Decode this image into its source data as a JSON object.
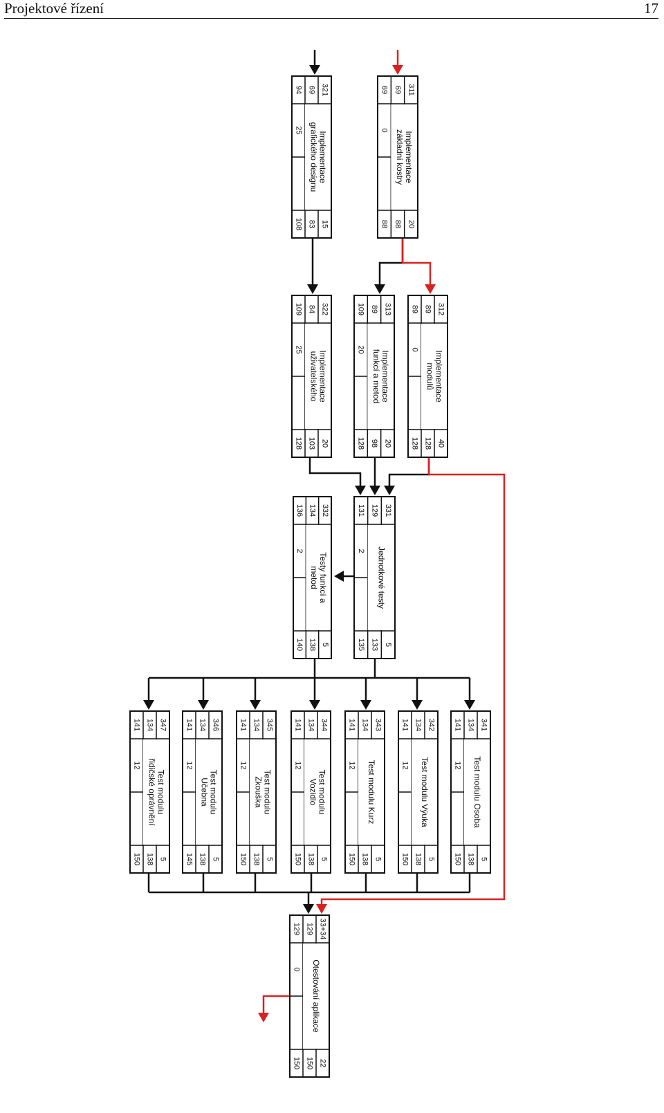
{
  "header": {
    "title": "Projektové řízení",
    "page": "17"
  },
  "colors": {
    "critical": "#d92121",
    "normal": "#111111"
  },
  "nodes": [
    {
      "id": "n311",
      "values": [
        "311",
        "20",
        "69",
        "88",
        "69",
        "0",
        "88"
      ],
      "name_lines": [
        "Implementace",
        "základní kostry"
      ],
      "critical": true
    },
    {
      "id": "n321",
      "values": [
        "321",
        "15",
        "69",
        "83",
        "94",
        "25",
        "108"
      ],
      "name_lines": [
        "Implementace",
        "grafického designu"
      ],
      "critical": false
    },
    {
      "id": "n312",
      "values": [
        "312",
        "40",
        "89",
        "128",
        "89",
        "0",
        "128"
      ],
      "name_lines": [
        "Implementace",
        "modulů"
      ],
      "critical": true
    },
    {
      "id": "n313",
      "values": [
        "313",
        "20",
        "89",
        "98",
        "109",
        "20",
        "128"
      ],
      "name_lines": [
        "Implementace",
        "funkcí a metod"
      ],
      "critical": false
    },
    {
      "id": "n322",
      "values": [
        "322",
        "20",
        "84",
        "103",
        "109",
        "25",
        "128"
      ],
      "name_lines": [
        "Implementace",
        "uživatelského"
      ],
      "critical": false
    },
    {
      "id": "n331",
      "values": [
        "331",
        "5",
        "129",
        "133",
        "131",
        "2",
        "135"
      ],
      "name_lines": [
        "Jednotkové testy"
      ],
      "critical": false
    },
    {
      "id": "n332",
      "values": [
        "332",
        "5",
        "134",
        "138",
        "136",
        "2",
        "140"
      ],
      "name_lines": [
        "Testy funkcí a",
        "metod"
      ],
      "critical": false
    },
    {
      "id": "n341",
      "values": [
        "341",
        "5",
        "134",
        "138",
        "141",
        "12",
        "150"
      ],
      "name_lines": [
        "Test modulu Osoba"
      ],
      "critical": false
    },
    {
      "id": "n342",
      "values": [
        "342",
        "5",
        "134",
        "138",
        "141",
        "12",
        "150"
      ],
      "name_lines": [
        "Test modulu Výuka"
      ],
      "critical": false
    },
    {
      "id": "n343",
      "values": [
        "343",
        "5",
        "134",
        "138",
        "141",
        "12",
        "150"
      ],
      "name_lines": [
        "Test modulu Kurz"
      ],
      "critical": false
    },
    {
      "id": "n344",
      "values": [
        "344",
        "5",
        "134",
        "138",
        "141",
        "12",
        "150"
      ],
      "name_lines": [
        "Test modulu",
        "Vozidlo"
      ],
      "critical": false
    },
    {
      "id": "n345",
      "values": [
        "345",
        "5",
        "134",
        "138",
        "141",
        "12",
        "150"
      ],
      "name_lines": [
        "Test modulu",
        "Zkouška"
      ],
      "critical": false
    },
    {
      "id": "n346",
      "values": [
        "346",
        "5",
        "134",
        "138",
        "141",
        "12",
        "145"
      ],
      "name_lines": [
        "Test modulu",
        "Učebna"
      ],
      "critical": false
    },
    {
      "id": "n347",
      "values": [
        "347",
        "5",
        "134",
        "138",
        "141",
        "12",
        "150"
      ],
      "name_lines": [
        "Test modulu",
        "řidičské oprávnění"
      ],
      "critical": false
    },
    {
      "id": "n3334",
      "values": [
        "33+34",
        "22",
        "129",
        "150",
        "129",
        "0",
        "150"
      ],
      "name_lines": [
        "Otestování aplikace"
      ],
      "critical": true
    }
  ]
}
